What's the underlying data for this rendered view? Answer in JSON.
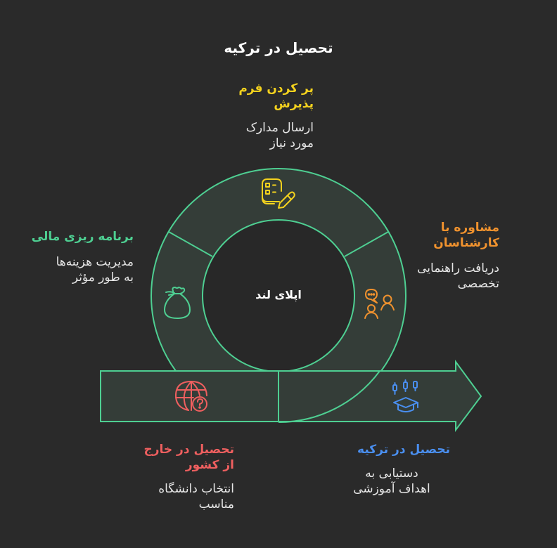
{
  "title": "تحصیل در ترکیه",
  "center": {
    "label": "اپلای لند"
  },
  "colors": {
    "background": "#2a2a2a",
    "stroke": "#4ecf92",
    "ring_fill": "#343d38",
    "yellow": "#f4d21e",
    "green": "#4ecf92",
    "orange": "#f0922e",
    "red": "#ef5f5f",
    "blue": "#4a8ff0"
  },
  "steps": [
    {
      "id": "apply-form",
      "heading": "پر کردن فرم پذیرش",
      "heading_lines": [
        "پر کردن فرم",
        "پذیرش"
      ],
      "description_lines": [
        "ارسال مدارک",
        "مورد نیاز"
      ],
      "icon": "checklist-pencil-icon",
      "color": "#f4d21e"
    },
    {
      "id": "consulting",
      "heading": "مشاوره با کارشناسان",
      "heading_lines": [
        "مشاوره با",
        "کارشناسان"
      ],
      "description_lines": [
        "دریافت راهنمایی",
        "تخصصی"
      ],
      "icon": "people-chat-icon",
      "color": "#f0922e"
    },
    {
      "id": "financial-planning",
      "heading": "برنامه ریزی مالی",
      "heading_lines": [
        "برنامه ریزی مالی"
      ],
      "description_lines": [
        "مدیریت هزینه‌ها",
        "به طور مؤثر"
      ],
      "icon": "money-bag-icon",
      "color": "#4ecf92"
    },
    {
      "id": "study-abroad",
      "heading": "تحصیل در خارج از کشور",
      "heading_lines": [
        "تحصیل در خارج",
        "از کشور"
      ],
      "description_lines": [
        "انتخاب دانشگاه",
        "مناسب"
      ],
      "icon": "globe-question-icon",
      "color": "#ef5f5f"
    },
    {
      "id": "study-turkey",
      "heading": "تحصیل در ترکیه",
      "heading_lines": [
        "تحصیل در ترکیه"
      ],
      "description_lines": [
        "دستیابی به",
        "اهداف آموزشی"
      ],
      "icon": "graduation-cap-chart-icon",
      "color": "#4a8ff0"
    }
  ]
}
